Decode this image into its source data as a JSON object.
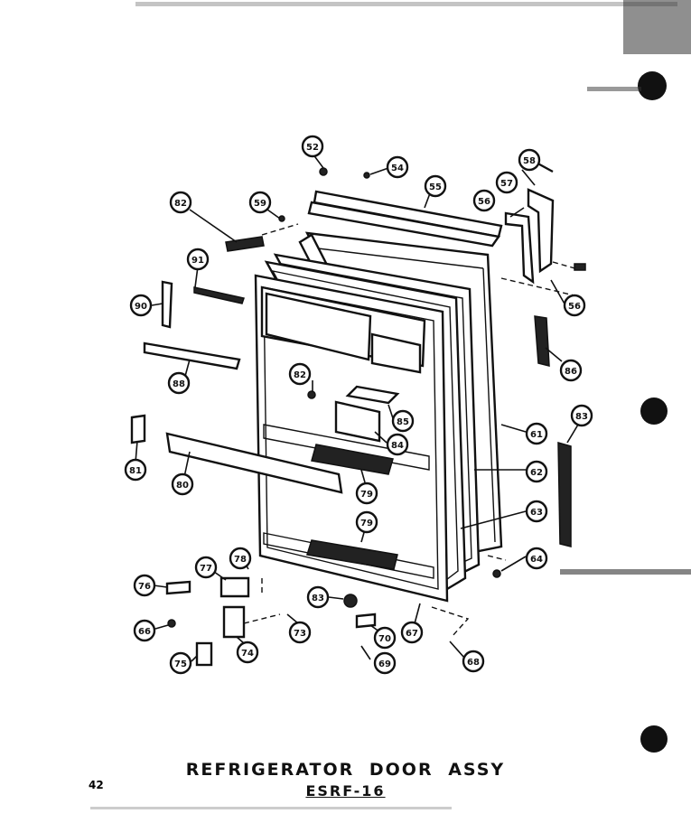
{
  "title": "REFRIGERATOR DOOR ASSY",
  "model": "ESRF-16",
  "page_number": "42",
  "callouts": [
    "52",
    "54",
    "55",
    "58",
    "57",
    "56",
    "82",
    "59",
    "91",
    "90",
    "56",
    "88",
    "86",
    "82",
    "85",
    "61",
    "84",
    "83",
    "81",
    "80",
    "79",
    "62",
    "79",
    "63",
    "64",
    "78",
    "77",
    "76",
    "83",
    "73",
    "66",
    "74",
    "70",
    "67",
    "75",
    "69",
    "68"
  ]
}
